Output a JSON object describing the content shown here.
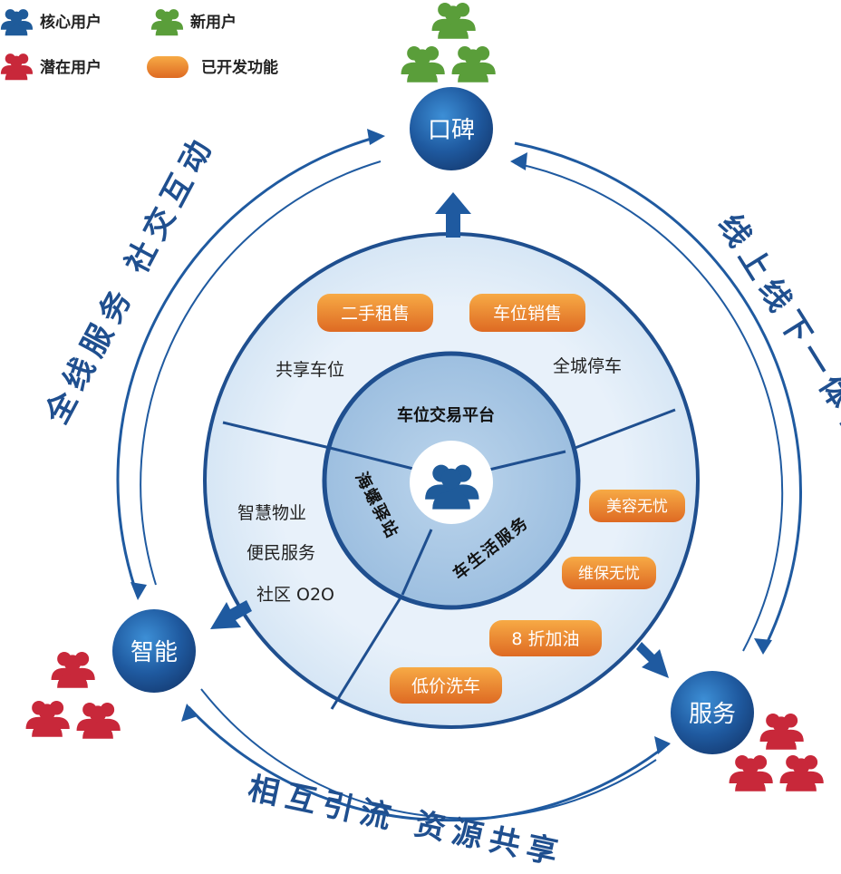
{
  "legend": [
    {
      "label": "核心用户",
      "kind": "people",
      "color": "#1f5b9a"
    },
    {
      "label": "新用户",
      "kind": "people",
      "color": "#5a9e3a"
    },
    {
      "label": "潜在用户",
      "kind": "people",
      "color": "#c8283a"
    },
    {
      "label": "已开发功能",
      "kind": "pill",
      "color": "#e8822f"
    }
  ],
  "nodes": {
    "top": "口碑",
    "left": "智能",
    "right": "服务"
  },
  "arcs": {
    "left": "全线服务 社交互动",
    "right": "线上线下一体化营销",
    "bottom": "相互引流 资源共享"
  },
  "sectors": {
    "top_plain_left": "共享车位",
    "top_plain_right": "全城停车",
    "left_lines": [
      "智慧物业",
      "便民服务",
      "社区 O2O"
    ]
  },
  "pills": [
    {
      "label": "二手租售"
    },
    {
      "label": "车位销售"
    },
    {
      "label": "美容无忧"
    },
    {
      "label": "维保无忧"
    },
    {
      "label": "8 折加油"
    },
    {
      "label": "低价洗车"
    }
  ],
  "inner": {
    "top": "车位交易平台",
    "left": "海螺驿站",
    "right": "车生活服务"
  },
  "colors": {
    "dark_blue": "#1f4f8f",
    "core_people": "#1f5b9a",
    "new_people": "#5a9e3a",
    "potential_people": "#c8283a",
    "pill": "#e8822f"
  }
}
